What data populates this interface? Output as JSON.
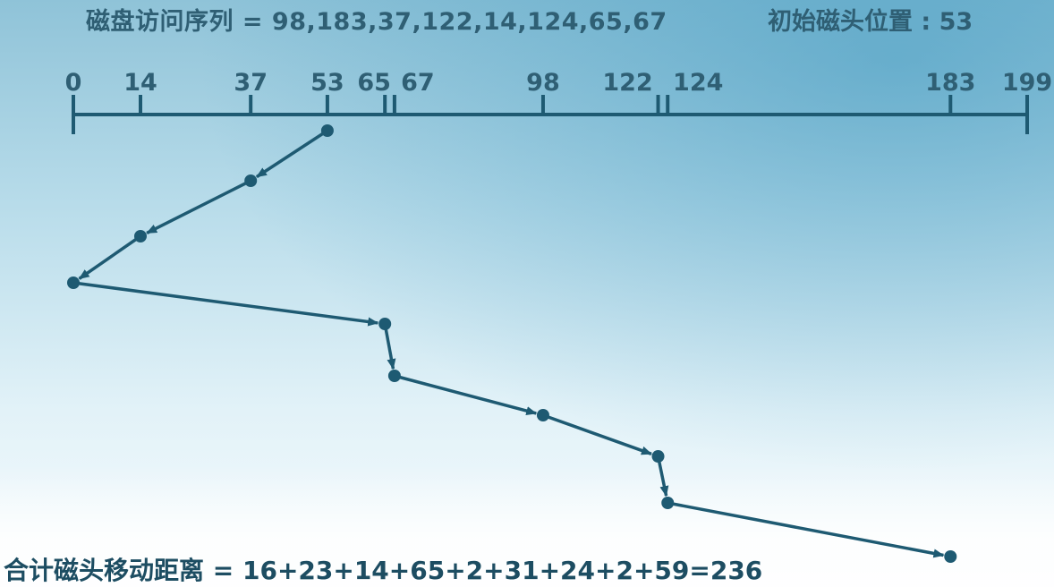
{
  "header": {
    "sequence_label": "磁盘访问序列",
    "sequence_value": "= 98,183,37,122,14,124,65,67",
    "initial_label": "初始磁头位置",
    "initial_value": ": 53"
  },
  "axis": {
    "min": 0,
    "max": 199,
    "ticks": [
      "0",
      "14",
      "37",
      "53",
      "65",
      "67",
      "98",
      "122",
      "124",
      "183",
      "199"
    ]
  },
  "path": [
    53,
    37,
    14,
    0,
    65,
    67,
    98,
    122,
    124,
    183
  ],
  "footer": {
    "label": "合计磁头移动距离",
    "formula": "= 16+23+14+65+2+31+24+2+59=236"
  },
  "colors": {
    "line": "#1e5a72",
    "text": "#2f5f74"
  }
}
